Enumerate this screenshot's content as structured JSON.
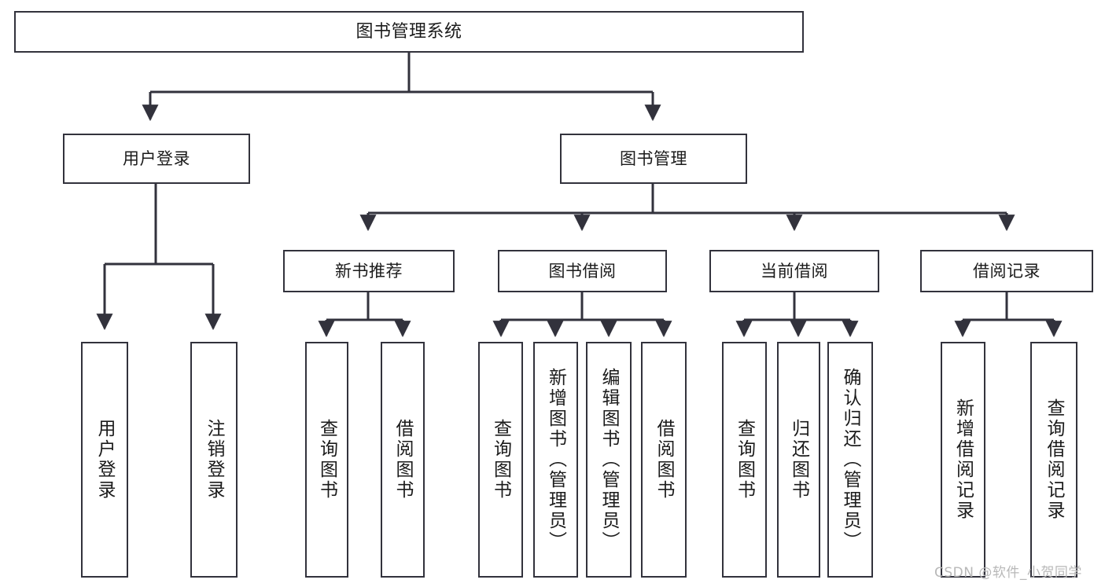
{
  "diagram": {
    "title": "图书管理系统",
    "type": "hierarchy-tree",
    "theme": {
      "stroke": "#32323c",
      "fill": "#ffffff",
      "text": "#1b1b1b",
      "watermark": "#b8b8b8"
    },
    "nodes": {
      "root": {
        "label": "图书管理系统"
      },
      "level2": [
        {
          "label": "用户登录"
        },
        {
          "label": "图书管理"
        }
      ],
      "level3": [
        {
          "label": "新书推荐"
        },
        {
          "label": "图书借阅"
        },
        {
          "label": "当前借阅"
        },
        {
          "label": "借阅记录"
        }
      ],
      "leaves": {
        "user_login": [
          {
            "label": "用户登录"
          },
          {
            "label": "注销登录"
          }
        ],
        "new_book_recommend": [
          {
            "label": "查询图书"
          },
          {
            "label": "借阅图书"
          }
        ],
        "book_borrow": [
          {
            "label": "查询图书"
          },
          {
            "label": "新增图书（管理员）"
          },
          {
            "label": "编辑图书（管理员）"
          },
          {
            "label": "借阅图书"
          }
        ],
        "current_borrow": [
          {
            "label": "查询图书"
          },
          {
            "label": "归还图书"
          },
          {
            "label": "确认归还（管理员）"
          }
        ],
        "borrow_record": [
          {
            "label": "新增借阅记录"
          },
          {
            "label": "查询借阅记录"
          }
        ]
      }
    },
    "watermark": "CSDN @软件_小贺同学"
  }
}
